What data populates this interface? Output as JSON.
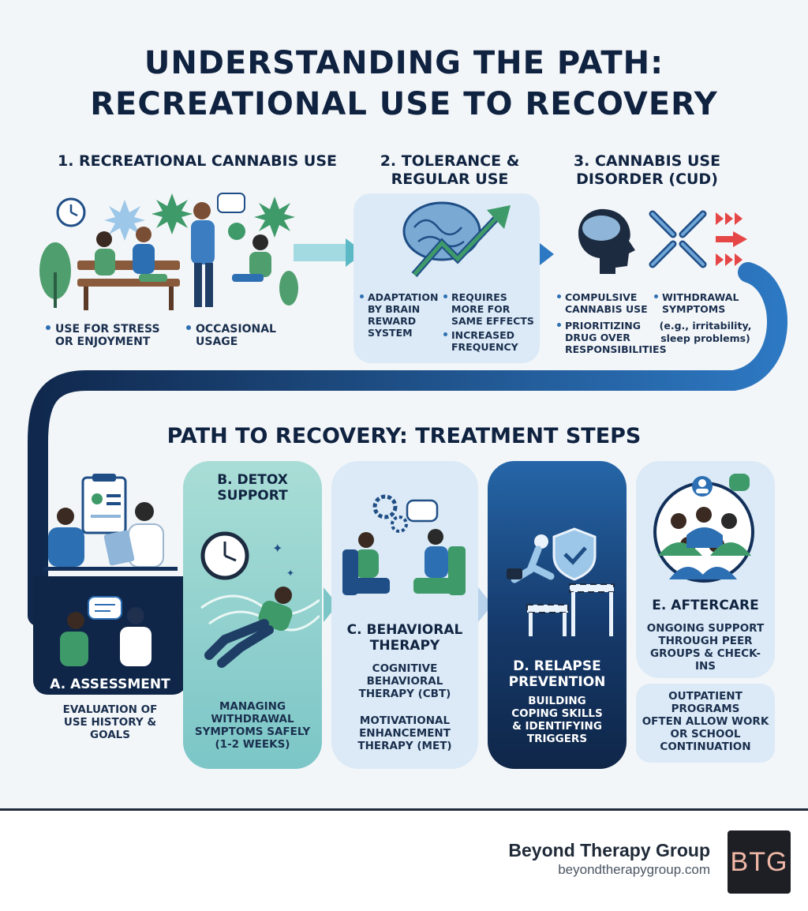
{
  "title": {
    "line1": "UNDERSTANDING THE PATH:",
    "line2": "RECREATIONAL USE TO RECOVERY"
  },
  "stages": [
    {
      "title": "1. RECREATIONAL CANNABIS USE",
      "bullets": [
        "USE FOR STRESS\nOR ENJOYMENT",
        "OCCASIONAL\nUSAGE"
      ]
    },
    {
      "title": "2. TOLERANCE &\nREGULAR USE",
      "bullets": [
        "ADAPTATION\nBY BRAIN\nREWARD\nSYSTEM",
        "REQUIRES\nMORE FOR\nSAME EFFECTS",
        "INCREASED\nFREQUENCY"
      ]
    },
    {
      "title": "3. CANNABIS USE\nDISORDER (CUD)",
      "bullets": [
        "COMPULSIVE\nCANNABIS USE",
        "PRIORITIZING\nDRUG OVER\nRESPONSIBILITIES",
        "WITHDRAWAL\nSYMPTOMS"
      ],
      "note": "(e.g., irritability,\nsleep problems)"
    }
  ],
  "recovery": {
    "heading": "PATH TO RECOVERY: TREATMENT STEPS",
    "steps": [
      {
        "title": "A. ASSESSMENT",
        "desc": "EVALUATION OF\nUSE HISTORY &\nGOALS"
      },
      {
        "title": "B. DETOX\nSUPPORT",
        "desc": "MANAGING\nWITHDRAWAL\nSYMPTOMS SAFELY\n(1-2 WEEKS)"
      },
      {
        "title": "C. BEHAVIORAL\nTHERAPY",
        "desc1": "COGNITIVE\nBEHAVIORAL\nTHERAPY (CBT)",
        "desc2": "MOTIVATIONAL\nENHANCEMENT\nTHERAPY (MET)"
      },
      {
        "title": "D. RELAPSE\nPREVENTION",
        "desc": "BUILDING\nCOPING SKILLS\n& IDENTIFYING\nTRIGGERS"
      },
      {
        "title": "E. AFTERCARE",
        "desc1": "ONGOING SUPPORT\nTHROUGH PEER\nGROUPS & CHECK-\nINS",
        "desc2": "OUTPATIENT\nPROGRAMS\nOFTEN ALLOW WORK\nOR SCHOOL\nCONTINUATION"
      }
    ]
  },
  "footer": {
    "brand": "Beyond Therapy Group",
    "url": "beyondtherapygroup.com",
    "logo_text": "BTG"
  },
  "colors": {
    "navy": "#12305a",
    "teal": "#a9ddd6",
    "light_blue": "#dbeaf6",
    "accent_blue": "#2d6fb3",
    "green": "#4f9e6e"
  }
}
